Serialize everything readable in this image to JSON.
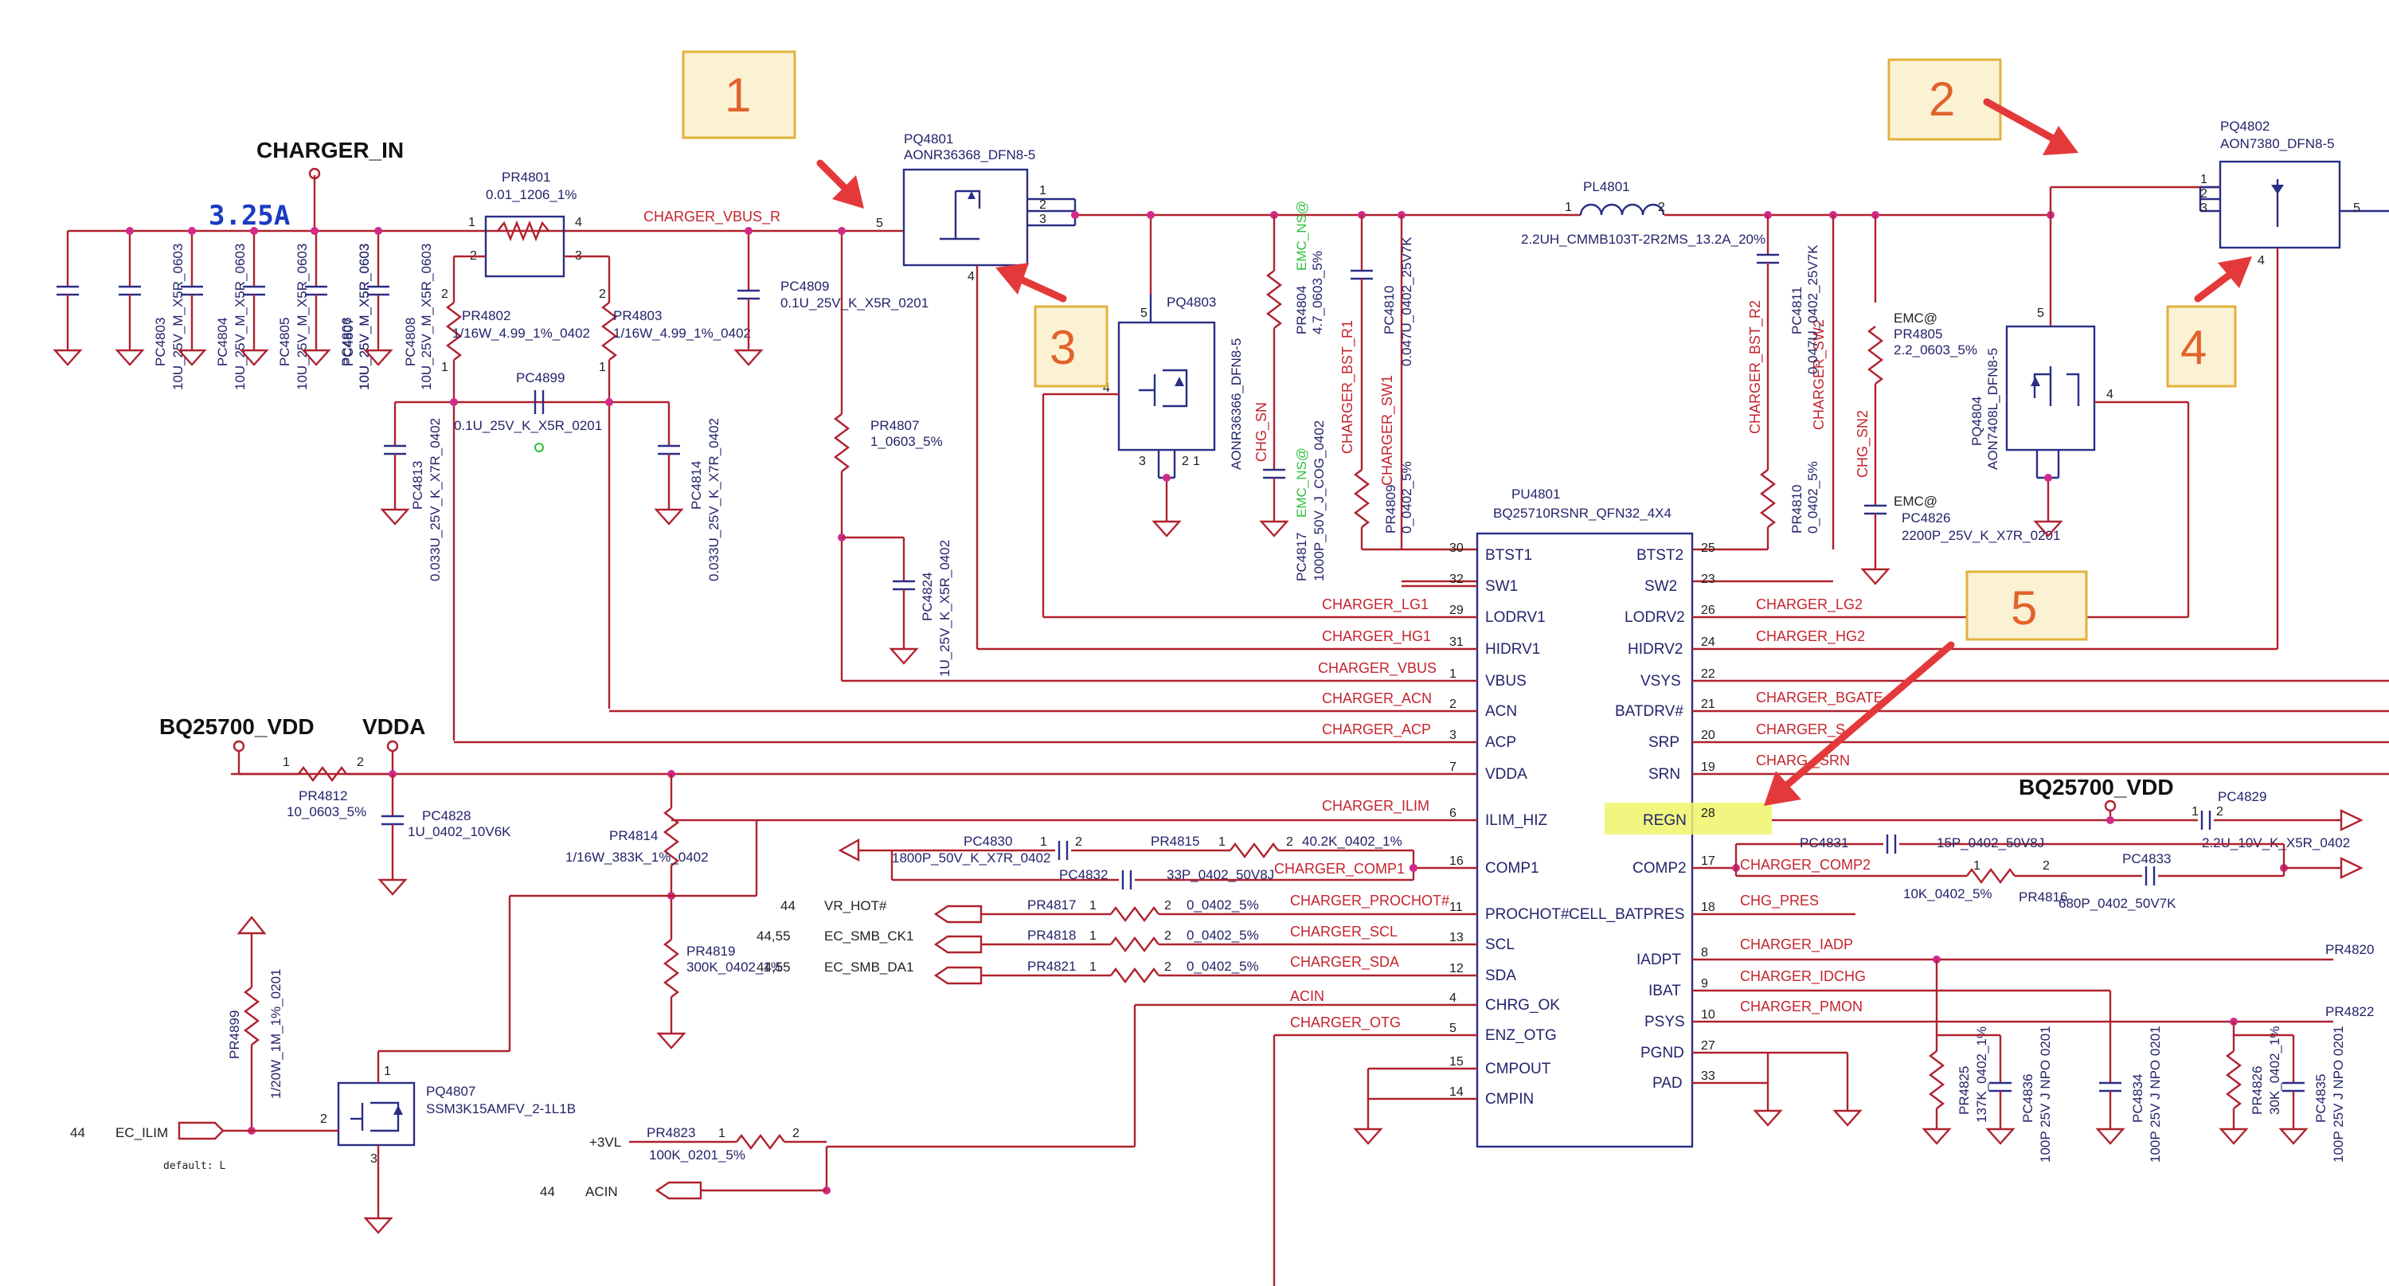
{
  "power_labels": {
    "charger_in": "CHARGER_IN",
    "current": "3.25A",
    "bq_vdd_left": "BQ25700_VDD",
    "vdda": "VDDA",
    "bq_vdd_right": "BQ25700_VDD"
  },
  "badges": [
    "1",
    "2",
    "3",
    "4",
    "5"
  ],
  "ic": {
    "ref": "PU4801",
    "part": "BQ25710RSNR_QFN32_4X4",
    "left_pins": [
      {
        "num": "30",
        "name": "BTST1"
      },
      {
        "num": "32",
        "name": "SW1"
      },
      {
        "num": "29",
        "name": "LODRV1"
      },
      {
        "num": "31",
        "name": "HIDRV1"
      },
      {
        "num": "1",
        "name": "VBUS"
      },
      {
        "num": "2",
        "name": "ACN"
      },
      {
        "num": "3",
        "name": "ACP"
      },
      {
        "num": "7",
        "name": "VDDA"
      },
      {
        "num": "6",
        "name": "ILIM_HIZ"
      },
      {
        "num": "16",
        "name": "COMP1"
      },
      {
        "num": "11",
        "name": "PROCHOT#"
      },
      {
        "num": "13",
        "name": "SCL"
      },
      {
        "num": "12",
        "name": "SDA"
      },
      {
        "num": "4",
        "name": "CHRG_OK"
      },
      {
        "num": "5",
        "name": "ENZ_OTG"
      },
      {
        "num": "15",
        "name": "CMPOUT"
      },
      {
        "num": "14",
        "name": "CMPIN"
      }
    ],
    "right_pins": [
      {
        "num": "25",
        "name": "BTST2"
      },
      {
        "num": "23",
        "name": "SW2"
      },
      {
        "num": "26",
        "name": "LODRV2"
      },
      {
        "num": "24",
        "name": "HIDRV2"
      },
      {
        "num": "22",
        "name": "VSYS"
      },
      {
        "num": "21",
        "name": "BATDRV#"
      },
      {
        "num": "20",
        "name": "SRP"
      },
      {
        "num": "19",
        "name": "SRN"
      },
      {
        "num": "28",
        "name": "REGN"
      },
      {
        "num": "17",
        "name": "COMP2"
      },
      {
        "num": "18",
        "name": "CELL_BATPRES"
      },
      {
        "num": "8",
        "name": "IADPT"
      },
      {
        "num": "9",
        "name": "IBAT"
      },
      {
        "num": "10",
        "name": "PSYS"
      },
      {
        "num": "27",
        "name": "PGND"
      },
      {
        "num": "33",
        "name": "PAD"
      }
    ]
  },
  "nets_left": [
    "CHARGER_LG1",
    "CHARGER_HG1",
    "CHARGER_VBUS",
    "CHARGER_ACN",
    "CHARGER_ACP",
    "CHARGER_ILIM",
    "CHARGER_COMP1",
    "CHARGER_PROCHOT#",
    "CHARGER_SCL",
    "CHARGER_SDA",
    "ACIN",
    "CHARGER_OTG"
  ],
  "nets_right": [
    "CHARGER_LG2",
    "CHARGER_HG2",
    "CHARGER_BGATE",
    "CHARGER_S",
    "CHARG  _SRN",
    "CHARGER_COMP2",
    "CHG_PRES",
    "CHARGER_IADP",
    "CHARGER_IDCHG",
    "CHARGER_PMON"
  ],
  "nets_vertical": [
    "CHARGER_BST_R1",
    "CHARGER_SW1",
    "CHARGER_BST_R2",
    "CHARGER_SW2",
    "CHG_SN",
    "CHG_SN2",
    "CHARGER_VBUS_R"
  ],
  "components": {
    "pq4801": {
      "ref": "PQ4801",
      "val": "AONR36368_DFN8-5"
    },
    "pq4802": {
      "ref": "PQ4802",
      "val": "AON7380_DFN8-5"
    },
    "pq4803": {
      "ref": "PQ4803",
      "val": "AONR36366_DFN8-5"
    },
    "pq4804": {
      "ref": "PQ4804",
      "val": "AON7408L_DFN8-5"
    },
    "pq4807": {
      "ref": "PQ4807",
      "val": "SSM3K15AMFV_2-1L1B"
    },
    "pl4801": {
      "ref": "PL4801",
      "val": "2.2UH_CMMB103T-2R2MS_13.2A_20%"
    },
    "pr4801": {
      "ref": "PR4801",
      "val": "0.01_1206_1%"
    },
    "pr4802": {
      "ref": "PR4802",
      "val": "1/16W_4.99_1%_0402"
    },
    "pr4803": {
      "ref": "PR4803",
      "val": "1/16W_4.99_1%_0402"
    },
    "pc4809": {
      "ref": "PC4809",
      "val": "0.1U_25V_K_X5R_0201"
    },
    "pc4899": {
      "ref": "PC4899",
      "val": "0.1U_25V_K_X5R_0201"
    },
    "pc4813": {
      "ref": "PC4813",
      "val": "0.033U_25V_K_X7R_0402"
    },
    "pc4814": {
      "ref": "PC4814",
      "val": "0.033U_25V_K_X7R_0402"
    },
    "pr4807": {
      "ref": "PR4807",
      "val": "1_0603_5%"
    },
    "pc4824": {
      "ref": "PC4824",
      "val": "1U_25V_K_X5R_0402"
    },
    "pr4804": {
      "ref": "PR4804",
      "val": "4.7_0603_5%"
    },
    "pc4817": {
      "ref": "PC4817",
      "val": "1000P_50V_J_COG_0402"
    },
    "pc4810": {
      "ref": "PC4810",
      "val": "0.047U_0402_25V7K"
    },
    "pr4809": {
      "ref": "PR4809",
      "val": "0_0402_5%"
    },
    "pc4811": {
      "ref": "PC4811",
      "val": "0.047U_0402_25V7K"
    },
    "pr4810": {
      "ref": "PR4810",
      "val": "0_0402_5%"
    },
    "pr4805": {
      "ref": "PR4805",
      "val": "2.2_0603_5%"
    },
    "pc4826": {
      "ref": "PC4826",
      "val": "2200P_25V_K_X7R_0201"
    },
    "pr4812": {
      "ref": "PR4812",
      "val": "10_0603_5%"
    },
    "pc4828": {
      "ref": "PC4828",
      "val": "1U_0402_10V6K"
    },
    "pr4814": {
      "ref": "PR4814",
      "val": "1/16W_383K_1%_0402"
    },
    "pr4819": {
      "ref": "PR4819",
      "val": "300K_0402_1%"
    },
    "pc4830": {
      "ref": "PC4830",
      "val": "1800P_50V_K_X7R_0402"
    },
    "pr4815": {
      "ref": "PR4815",
      "val": "40.2K_0402_1%"
    },
    "pc4832": {
      "ref": "PC4832",
      "val": "33P_0402_50V8J"
    },
    "pr4817": {
      "ref": "PR4817",
      "val": "0_0402_5%"
    },
    "pr4818": {
      "ref": "PR4818",
      "val": "0_0402_5%"
    },
    "pr4821": {
      "ref": "PR4821",
      "val": "0_0402_5%"
    },
    "pr4899": {
      "ref": "PR4899",
      "val": "1/20W_1M_1%_0201"
    },
    "pr4823": {
      "ref": "PR4823",
      "val": "100K_0201_5%"
    },
    "pc4829": {
      "ref": "PC4829",
      "val": "2.2U_10V_K_X5R_0402"
    },
    "pc4831": {
      "ref": "PC4831",
      "val": "15P_0402_50V8J"
    },
    "pr4816": {
      "ref": "PR4816",
      "val": "10K_0402_5%"
    },
    "pc4833": {
      "ref": "PC4833",
      "val": "680P_0402_50V7K"
    },
    "pr4825": {
      "ref": "PR4825",
      "val": "137K_0402_1%"
    },
    "pc4836": {
      "ref": "PC4836",
      "val": "100P 25V J NPO 0201"
    },
    "pc4834": {
      "ref": "PC4834",
      "val": "100P 25V J NPO 0201"
    },
    "pr4826": {
      "ref": "PR4826",
      "val": "30K_0402_1%"
    },
    "pc4835": {
      "ref": "PC4835",
      "val": "100P 25V J NPO 0201"
    },
    "pr4820": {
      "ref": "PR4820"
    },
    "pr4822": {
      "ref": "PR4822"
    }
  },
  "input_caps": [
    {
      "ref": "PC4803",
      "val": "10U_25V_M_X5R_0603"
    },
    {
      "ref": "PC4804",
      "val": "10U_25V_M_X5R_0603"
    },
    {
      "ref": "PC4805",
      "val": "10U_25V_M_X5R_0603"
    },
    {
      "ref": "PC4806",
      "val": "10U_25V_M_X5R_0603"
    },
    {
      "ref": "PC4807",
      "val": "10U_25V_M_X5R_0603"
    },
    {
      "ref": "PC4808",
      "val": "10U_25V_M_X5R_0603"
    }
  ],
  "io_ports": {
    "vr_hot": {
      "num": "44",
      "name": "VR_HOT#"
    },
    "smb_ck": {
      "num": "44,55",
      "name": "EC_SMB_CK1"
    },
    "smb_da": {
      "num": "44,55",
      "name": "EC_SMB_DA1"
    },
    "ec_ilim": {
      "num": "44",
      "name": "EC_ILIM"
    },
    "acin": {
      "num": "44",
      "name": "ACIN"
    },
    "vl": "+3VL",
    "default_note": "default:  L"
  },
  "emc": {
    "a": "EMC@",
    "b": "EMC@",
    "ns1": "EMC_NS@",
    "ns2": "EMC_NS@"
  }
}
